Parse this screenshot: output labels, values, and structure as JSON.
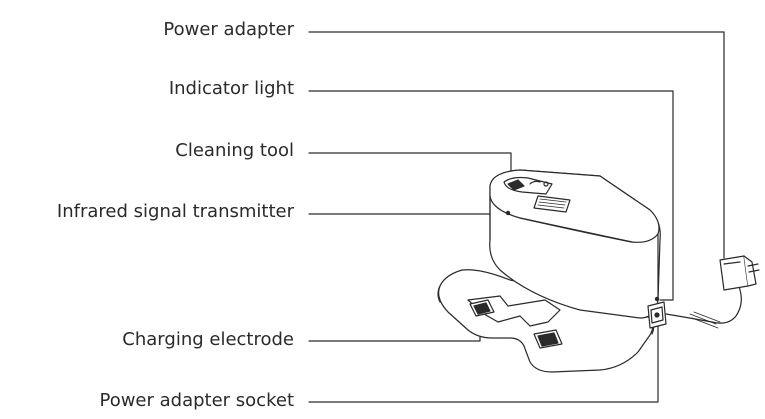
{
  "labels": {
    "power_adapter": "Power adapter",
    "indicator_light": "Indicator light",
    "cleaning_tool": "Cleaning tool",
    "infrared_transmitter": "Infrared signal transmitter",
    "charging_electrode": "Charging electrode",
    "power_adapter_socket": "Power adapter socket"
  },
  "colors": {
    "line": "#2a2a2a",
    "text": "#2a2a2a",
    "background": "#ffffff"
  }
}
